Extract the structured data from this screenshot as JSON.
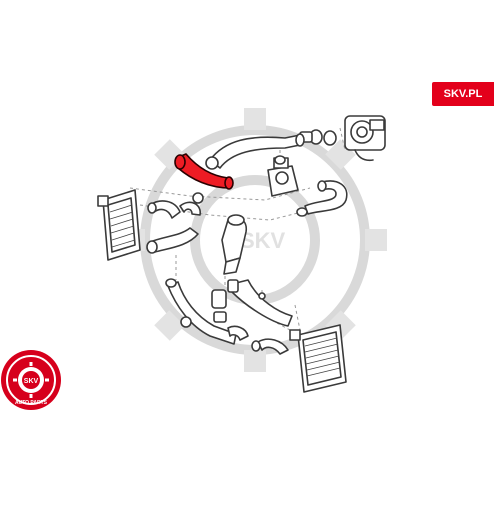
{
  "brand": {
    "badge_text": "SKV.PL",
    "accent_color": "#e3001b",
    "logo_center_text": "SKV",
    "logo_ring_text": "AUTO PARTS",
    "watermark_text": "SKV"
  },
  "diagram": {
    "highlighted_part": "red-intercooler-hose",
    "highlight_color": "#ee1c24",
    "parts": [
      "upper-intercooler",
      "lower-intercooler",
      "throttle-body",
      "boost-pipe",
      "intercooler-hoses",
      "clamps"
    ]
  }
}
